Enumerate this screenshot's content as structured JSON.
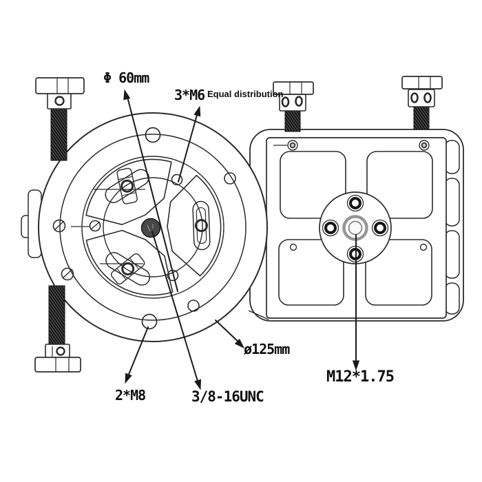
{
  "title": "Mounting adapter plates technical drawing",
  "annotations": {
    "dia60": "Φ 60mm",
    "m6": "3*M6",
    "m6_note": "Equal distribution",
    "dia125": "ø125mm",
    "m8": "2*M8",
    "unc": "3/8-16UNC",
    "m12": "M12*1.75"
  },
  "colors": {
    "line": "#2b2b2b",
    "leader": "#1a1a1a",
    "background": "#ffffff",
    "thread_fill": "#161616",
    "center_hole": "#474747",
    "boss_ring": "#969696"
  }
}
